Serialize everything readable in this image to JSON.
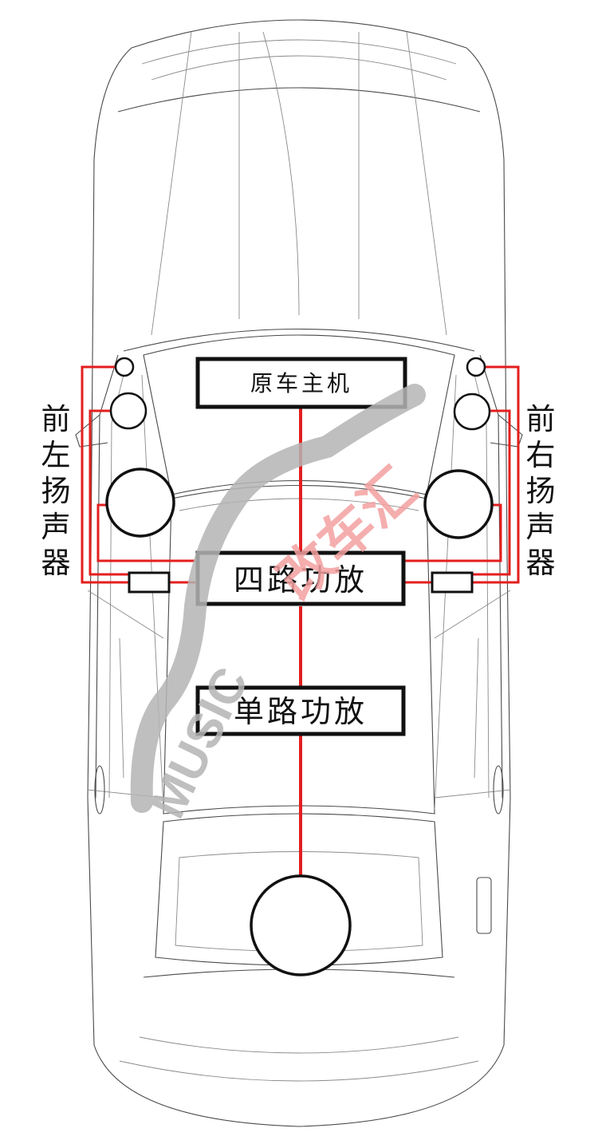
{
  "diagram": {
    "boxes": {
      "head_unit": "原车主机",
      "four_channel_amp": "四路功放",
      "mono_amp": "单路功放"
    },
    "side_labels": {
      "front_left": "前左扬声器",
      "front_right": "前右扬声器"
    },
    "watermark": {
      "text_latin": "MUSIC",
      "text_cjk": "改车汇"
    },
    "colors": {
      "wire": "#e41e1e",
      "box_border": "#111111",
      "car_outline": "#4a4a4a",
      "watermark_gray": "#b5b5b5",
      "watermark_red": "#f4a0a0"
    }
  }
}
